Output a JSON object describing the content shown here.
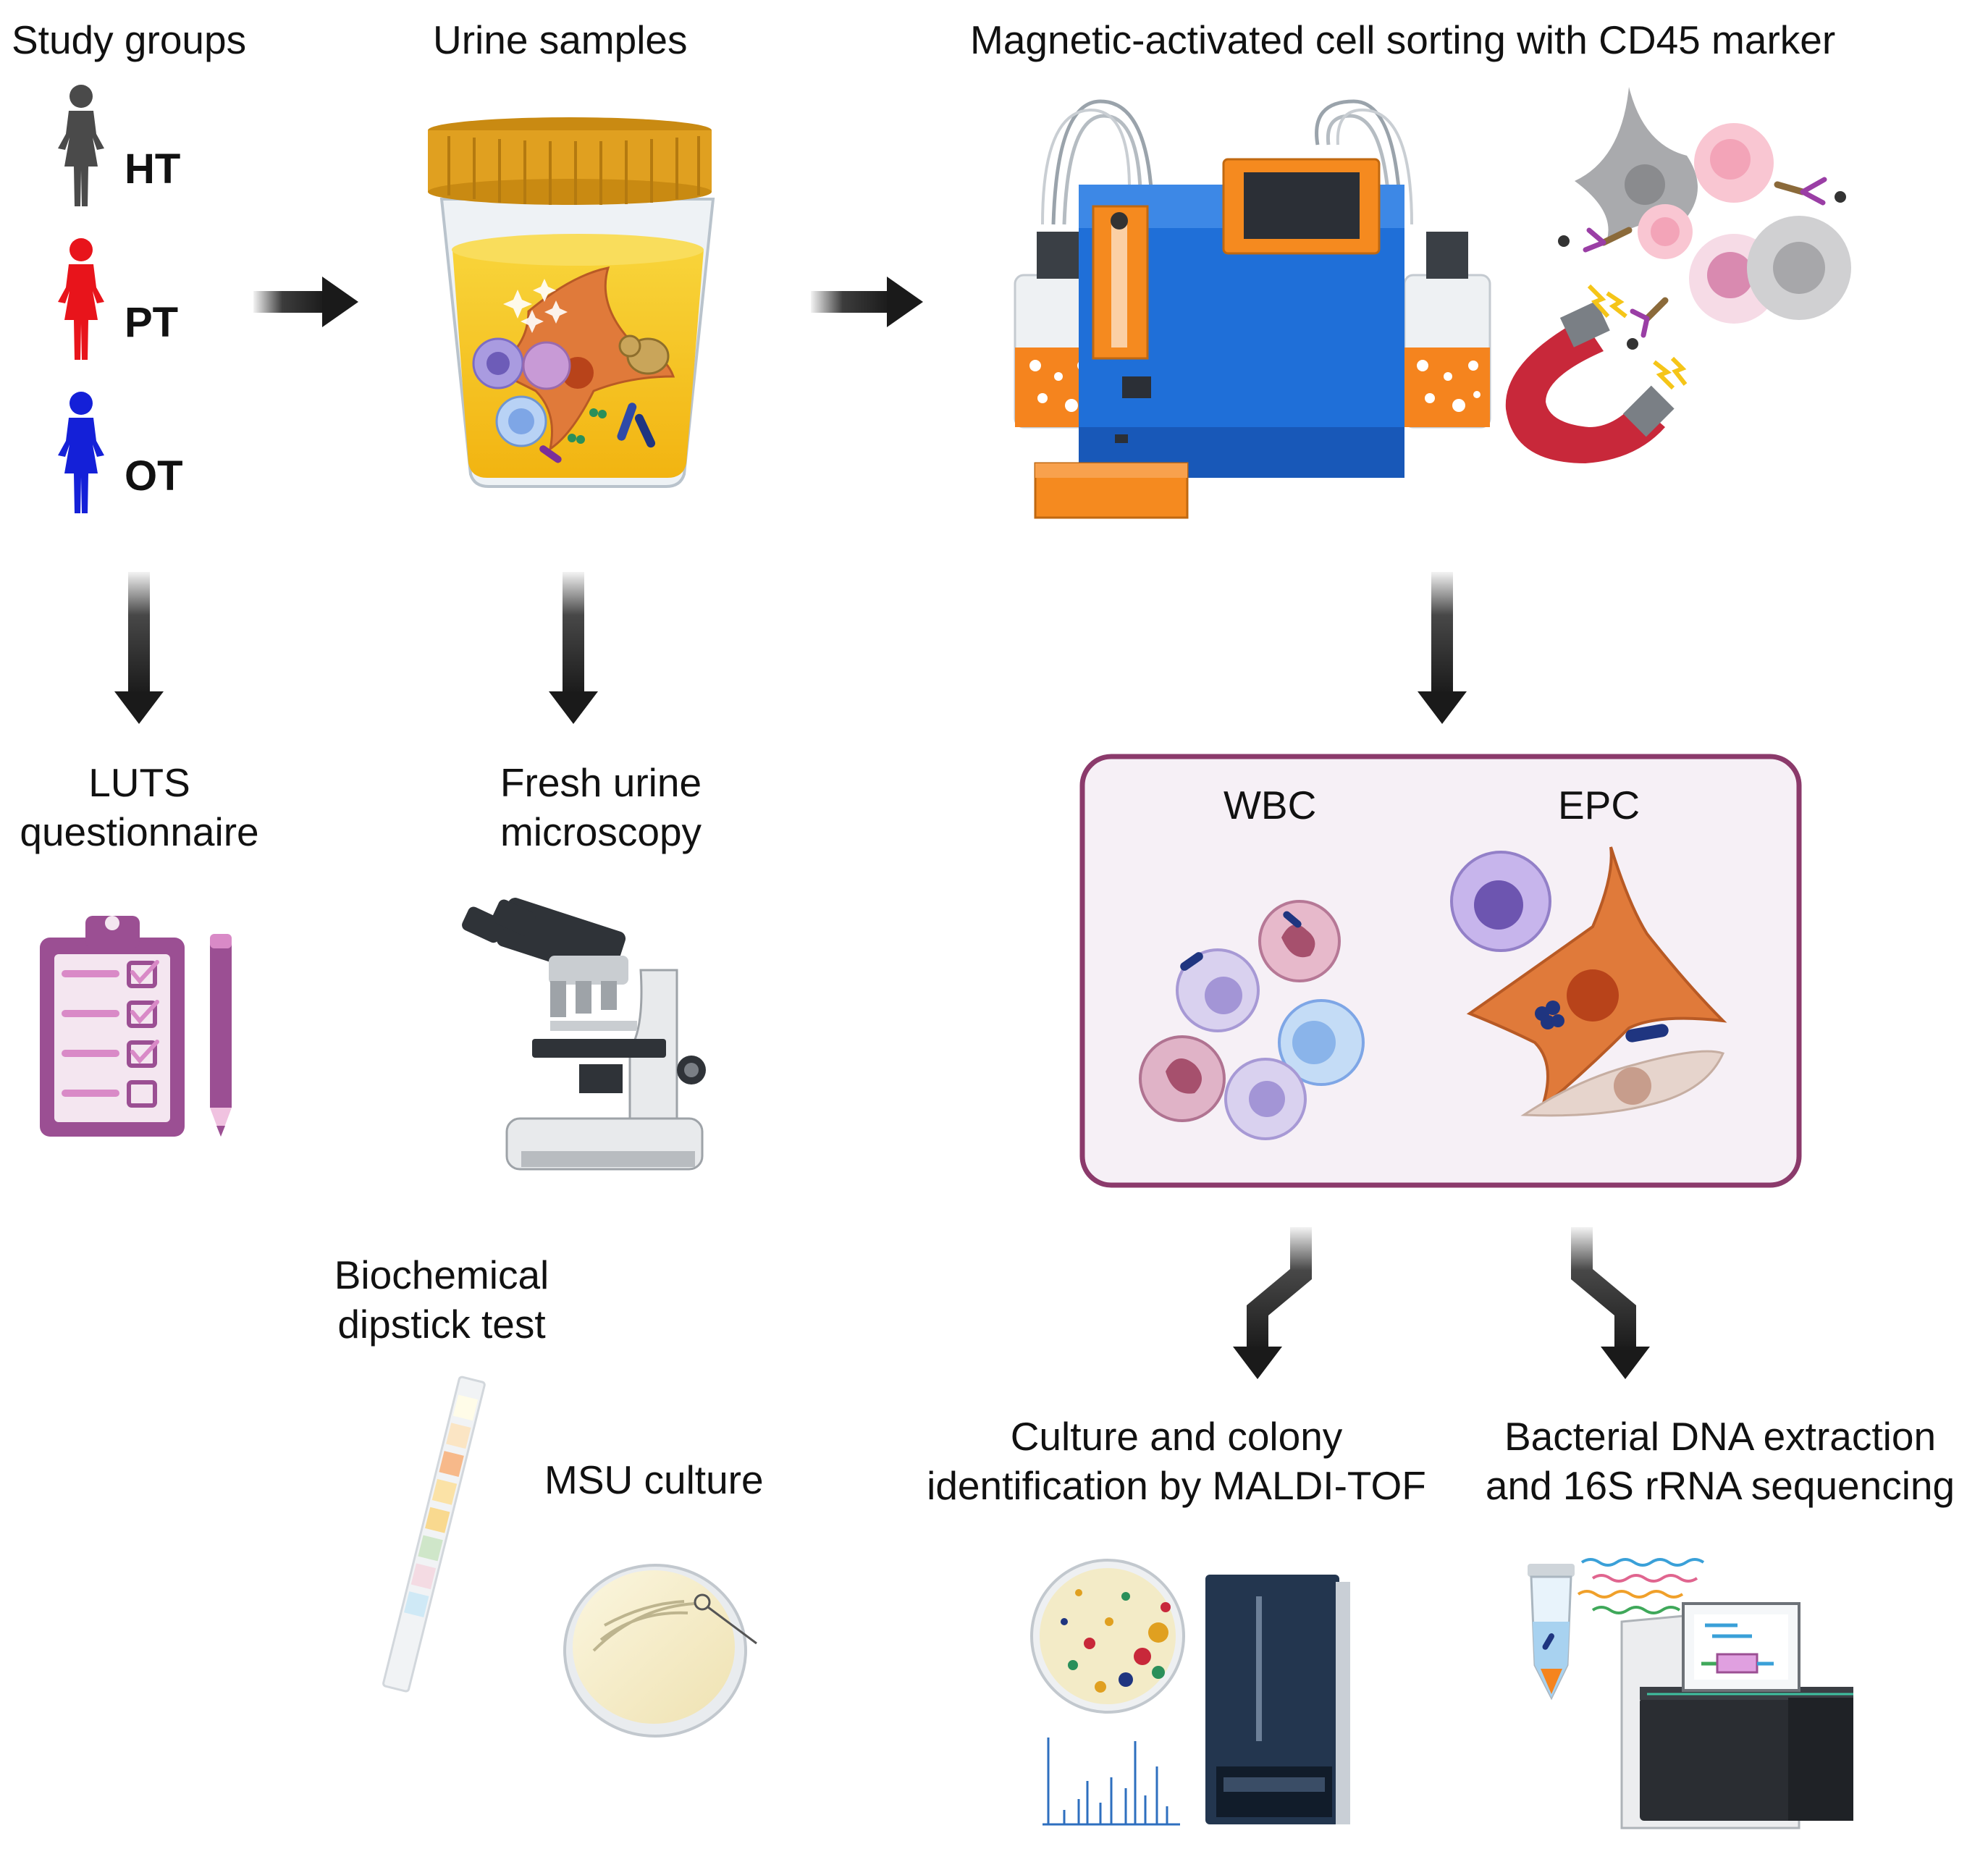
{
  "headings": {
    "study_groups": "Study groups",
    "urine_samples": "Urine samples",
    "macs": "Magnetic-activated cell sorting with CD45 marker"
  },
  "groups": [
    {
      "label": "HT",
      "color": "#4a4a4a"
    },
    {
      "label": "PT",
      "color": "#e8141b"
    },
    {
      "label": "OT",
      "color": "#1420d8"
    }
  ],
  "steps": {
    "luts": [
      "LUTS",
      "questionnaire"
    ],
    "microscopy": [
      "Fresh urine",
      "microscopy"
    ],
    "dipstick": [
      "Biochemical",
      "dipstick test"
    ],
    "msu": "MSU culture",
    "culture": [
      "Culture and colony",
      "identification by MALDI-TOF"
    ],
    "sequencing": [
      "Bacterial DNA extraction",
      "and 16S rRNA sequencing"
    ]
  },
  "cell_box": {
    "wbc": "WBC",
    "epc": "EPC"
  },
  "colors": {
    "box_border": "#8b3a6b",
    "box_fill": "#f6f0f6",
    "arrow": "#1a1a1a",
    "urine": "#f5c518",
    "lid": "#e0a020",
    "instrument_blue": "#1f6fd8",
    "instrument_orange": "#f58a1f",
    "clipboard": "#9b4f93",
    "epithelial": "#e07a3a"
  }
}
